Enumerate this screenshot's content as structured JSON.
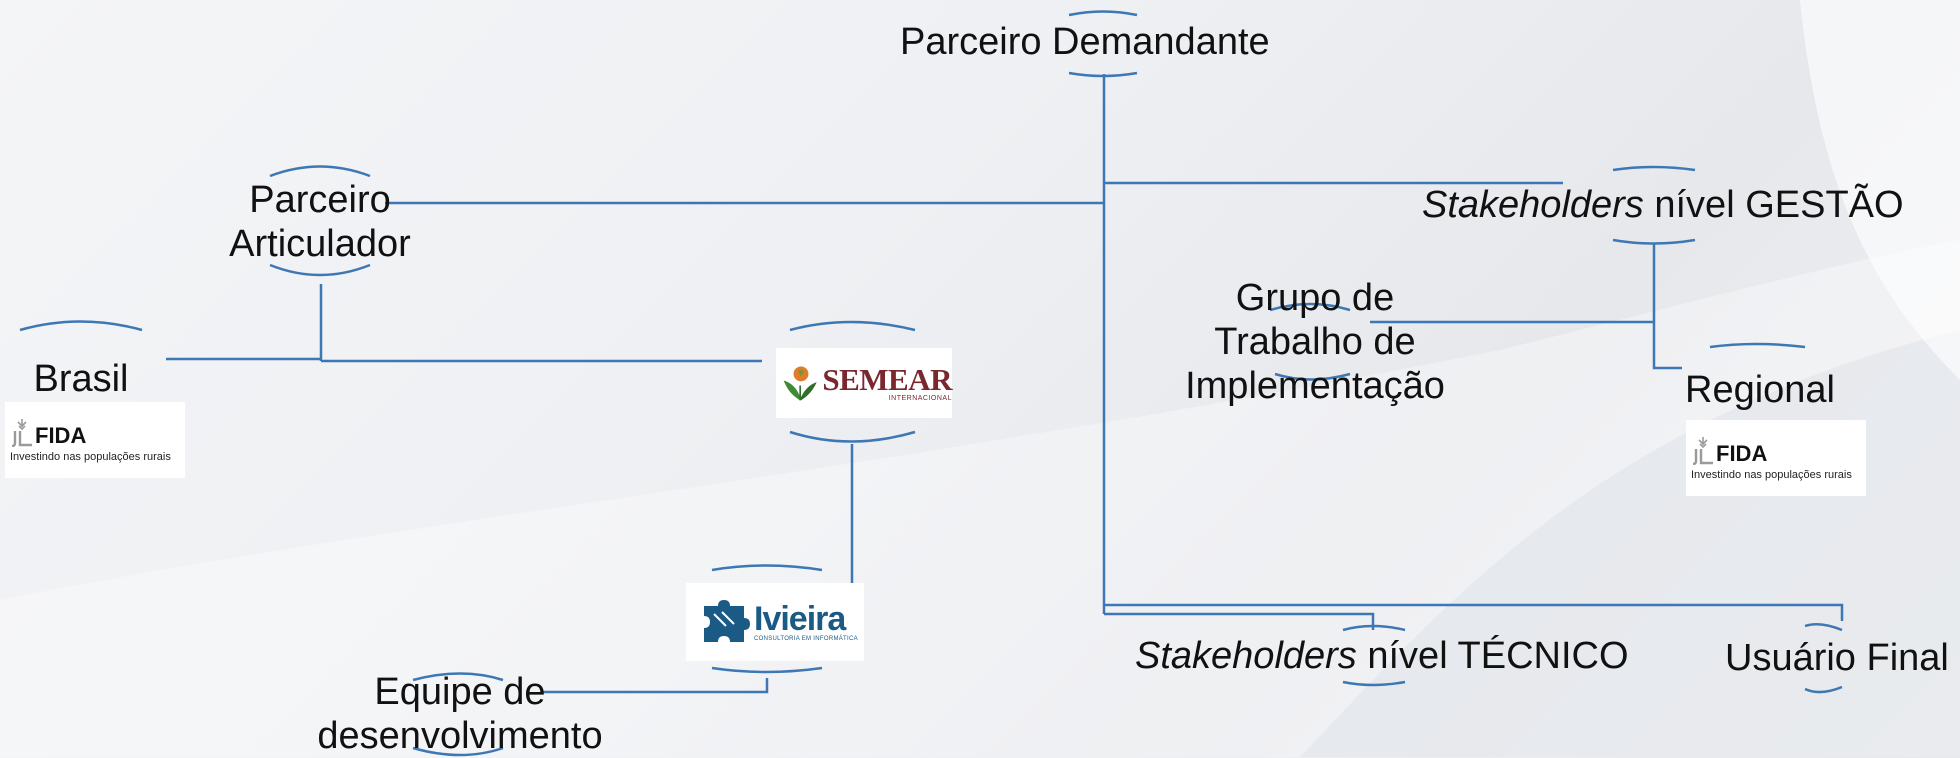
{
  "colors": {
    "connector": "#3d77b4",
    "text": "#111111",
    "semear": "#7a2830",
    "ivieira": "#1c5a86"
  },
  "nodes": {
    "parceiro_demandante": "Parceiro Demandante",
    "parceiro_articulador_l1": "Parceiro",
    "parceiro_articulador_l2": "Articulador",
    "brasil": "Brasil",
    "stakeholders_gestao_italic": "Stakeholders",
    "stakeholders_gestao_rest": " nível GESTÃO",
    "grupo_l1": "Grupo de",
    "grupo_l2": "Trabalho de",
    "grupo_l3": "Implementação",
    "regional": "Regional",
    "stakeholders_tecnico_italic": "Stakeholders",
    "stakeholders_tecnico_rest": " nível TÉCNICO",
    "usuario_final": "Usuário Final",
    "equipe_l1": "Equipe de",
    "equipe_l2": "desenvolvimento"
  },
  "logos": {
    "fida": {
      "name": "FIDA",
      "tagline": "Investindo nas populações rurais",
      "icon": "fida-emblem-icon"
    },
    "semear": {
      "name": "SEMEAR",
      "sub": "INTERNACIONAL",
      "icon": "sprout-globe-icon"
    },
    "ivieira": {
      "name": "Ivieira",
      "sub": "CONSULTORIA EM INFORMÁTICA",
      "icon": "puzzle-icon"
    }
  }
}
